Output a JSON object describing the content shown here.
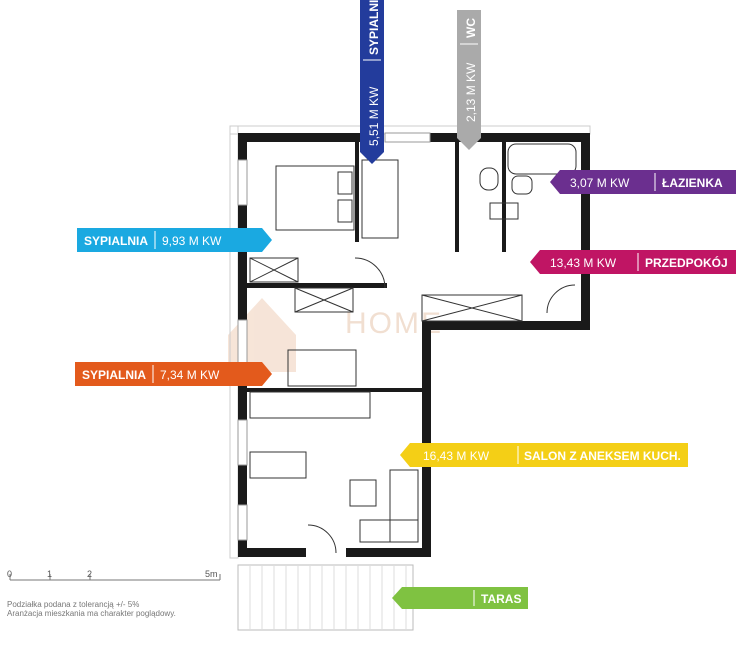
{
  "colors": {
    "sypialnia_1": "#1aa9e1",
    "sypialnia_2": "#e35a1c",
    "sypialnia_3": "#233c9c",
    "wc": "#aaaaaa",
    "lazienka": "#6b2f8f",
    "przedpokoj": "#c01564",
    "salon": "#f4cf16",
    "taras": "#7fc241",
    "wall": "#1a1a1a",
    "watermark": "#f3d6c2"
  },
  "rooms": {
    "sypialnia_1": {
      "name": "SYPIALNIA",
      "area": "9,93 M KW"
    },
    "sypialnia_2": {
      "name": "SYPIALNIA",
      "area": "7,34 M KW"
    },
    "sypialnia_3": {
      "name": "SYPIALNIA",
      "area": "5,51 M KW"
    },
    "wc": {
      "name": "WC",
      "area": "2,13 M KW"
    },
    "lazienka": {
      "name": "ŁAZIENKA",
      "area": "3,07 M KW"
    },
    "przedpokoj": {
      "name": "PRZEDPOKÓJ",
      "area": "13,43 M KW"
    },
    "salon": {
      "name": "SALON Z ANEKSEM KUCH.",
      "area": "16,43 M KW"
    },
    "taras": {
      "name": "TARAS"
    }
  },
  "watermark": "HOME",
  "scale": {
    "ticks": [
      "0",
      "1",
      "2",
      "5m"
    ]
  },
  "notes": {
    "line1": "Podziałka podana z tolerancją +/- 5%",
    "line2": "Aranżacja mieszkania ma charakter poglądowy."
  }
}
